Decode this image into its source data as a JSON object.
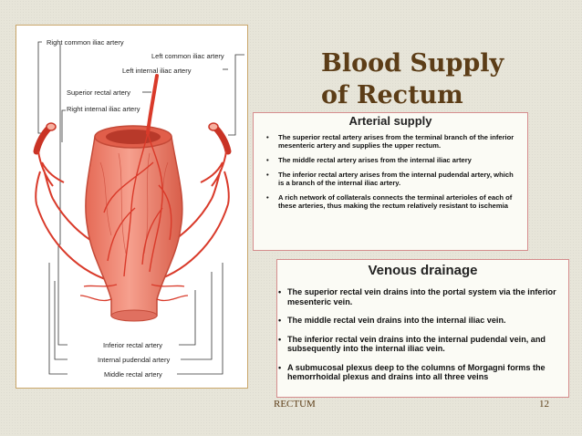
{
  "slide": {
    "title_line1": "Blood Supply",
    "title_line2": "of Rectum",
    "footer_label": "RECTUM",
    "page_number": "12"
  },
  "diagram": {
    "labels": [
      "Right common iliac artery",
      "Left common iliac artery",
      "Left internal iliac artery",
      "Superior rectal artery",
      "Right internal iliac artery",
      "Inferior rectal artery",
      "Internal pudendal artery",
      "Middle rectal artery"
    ]
  },
  "arterial": {
    "heading": "Arterial supply",
    "bullet": "•",
    "items": [
      "The superior rectal artery arises from the terminal branch of the inferior mesenteric artery and supplies the upper rectum.",
      "The middle rectal artery arises from the internal iliac artery",
      "The inferior rectal artery arises from the internal pudendal artery, which is a branch of the internal iliac artery.",
      "A rich network of collaterals connects the terminal arterioles of each of these arteries, thus making the rectum relatively resistant to ischemia"
    ]
  },
  "venous": {
    "heading": "Venous drainage",
    "bullet": "•",
    "items": [
      "The superior rectal vein drains into the portal system via the inferior mesenteric vein.",
      "The middle rectal vein drains into the internal iliac vein.",
      "The inferior rectal vein drains into the internal pudendal vein, and subsequently into the internal iliac vein.",
      "A submucosal plexus deep to the columns of Morgagni forms the hemorrhoidal plexus and drains into all three veins"
    ]
  },
  "colors": {
    "title": "#5c3d17",
    "box_border": "#d58d8d",
    "artery_red": "#d93a2a",
    "rectum_fill": "#f08a78",
    "panel_border": "#c9a66a"
  }
}
